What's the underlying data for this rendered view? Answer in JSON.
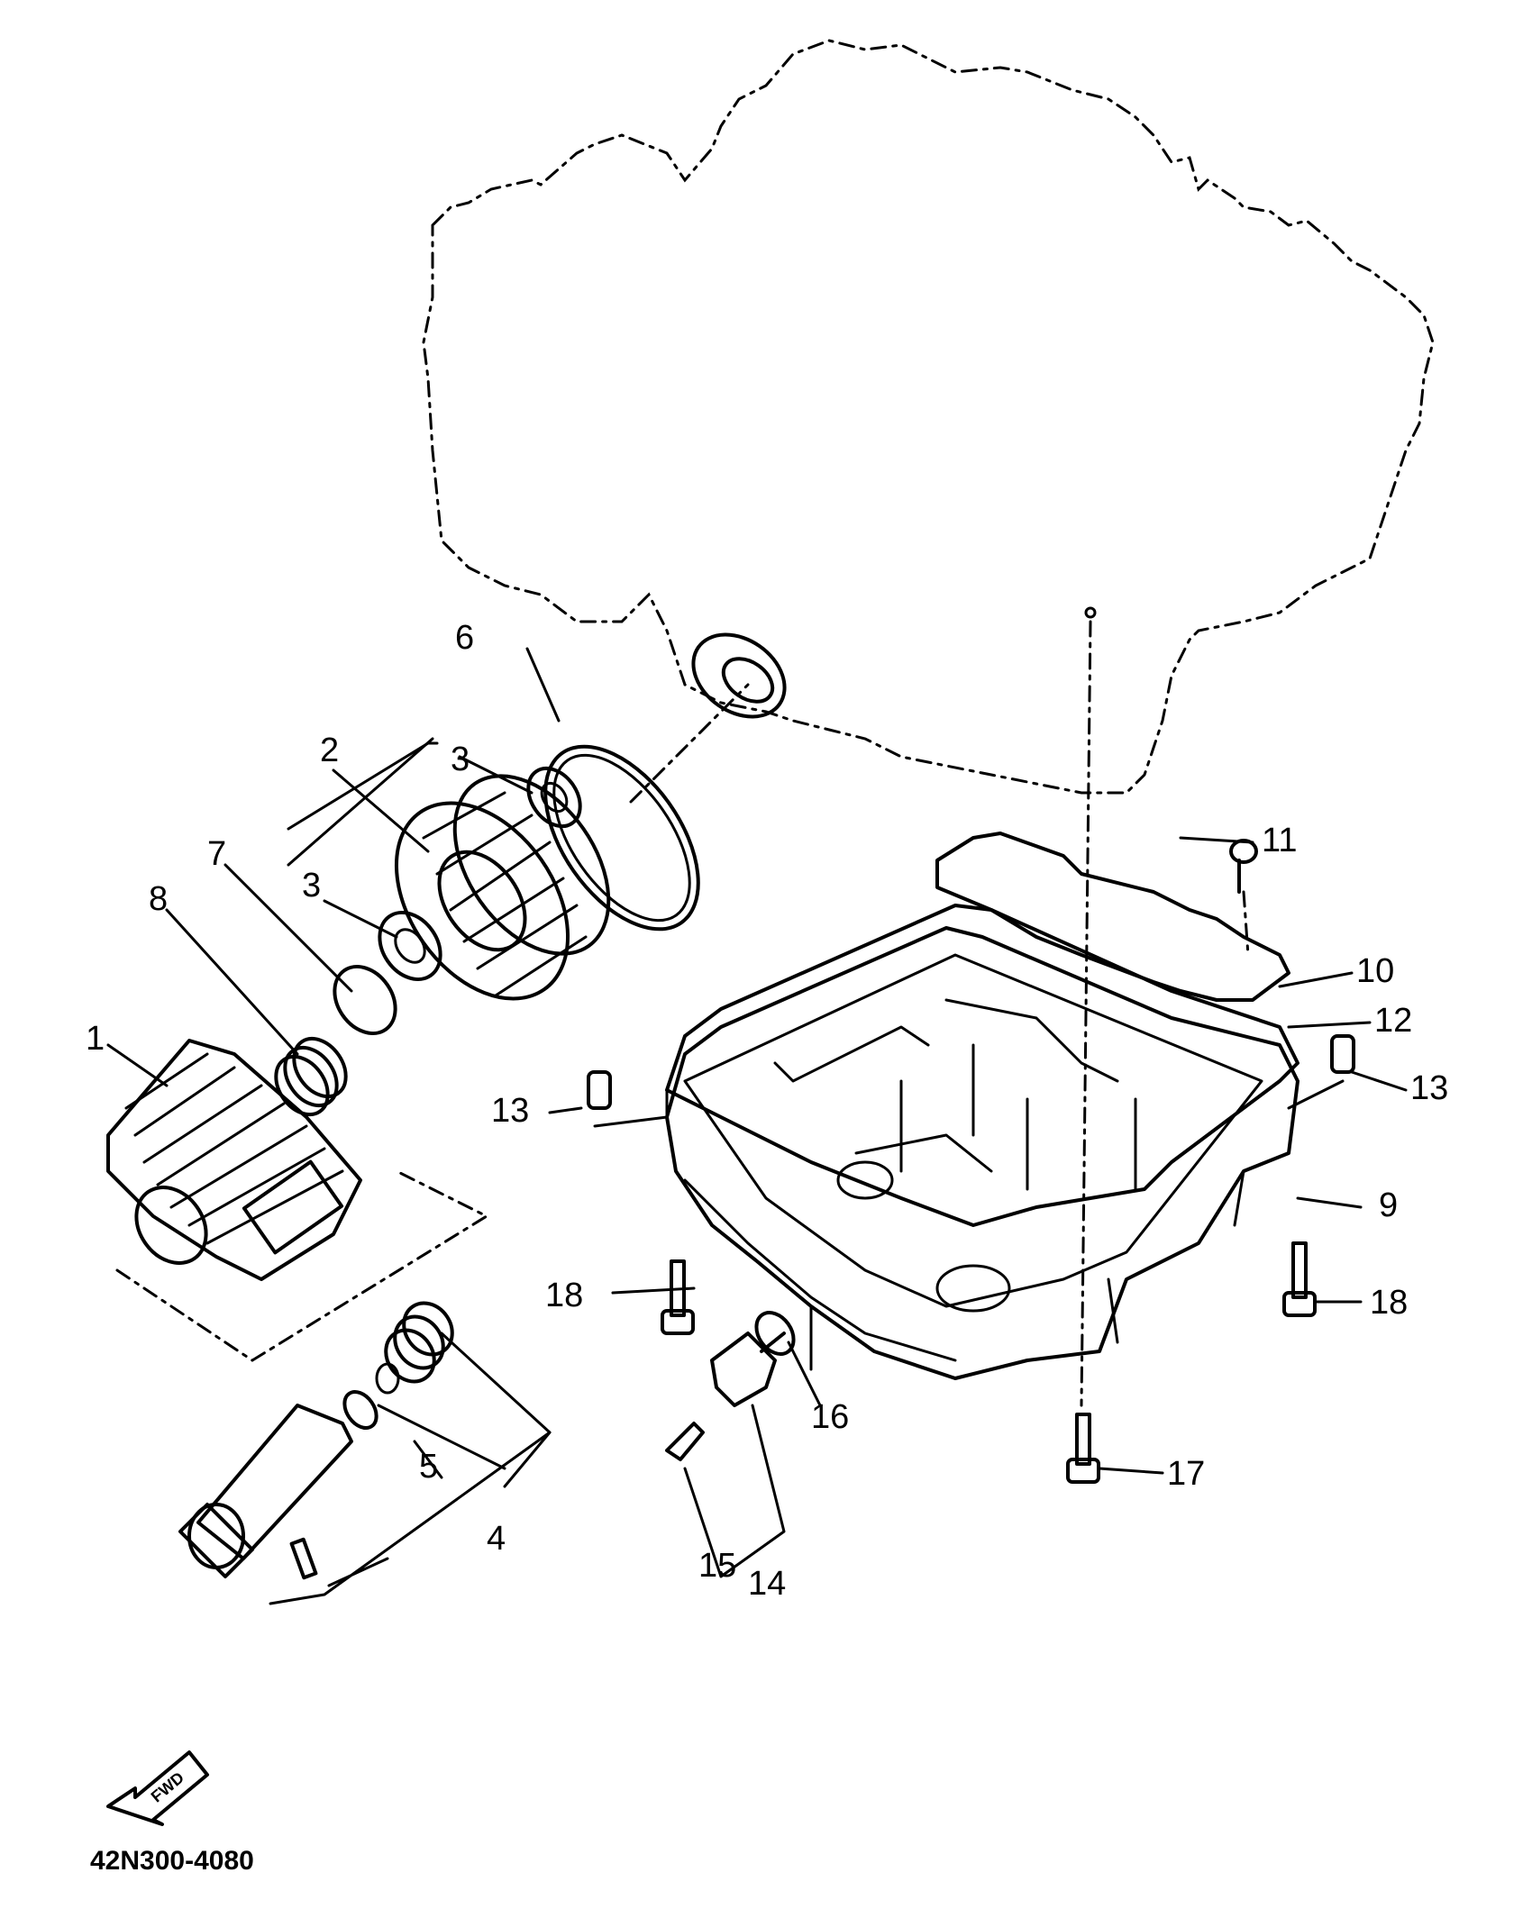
{
  "diagram_code": "42N300-4080",
  "forward_label": "FWD",
  "callouts": [
    {
      "id": "c1",
      "label": "1"
    },
    {
      "id": "c2",
      "label": "2"
    },
    {
      "id": "c3a",
      "label": "3"
    },
    {
      "id": "c3b",
      "label": "3"
    },
    {
      "id": "c4",
      "label": "4"
    },
    {
      "id": "c5",
      "label": "5"
    },
    {
      "id": "c6",
      "label": "6"
    },
    {
      "id": "c7",
      "label": "7"
    },
    {
      "id": "c8",
      "label": "8"
    },
    {
      "id": "c9",
      "label": "9"
    },
    {
      "id": "c10",
      "label": "10"
    },
    {
      "id": "c11",
      "label": "11"
    },
    {
      "id": "c12",
      "label": "12"
    },
    {
      "id": "c13a",
      "label": "13"
    },
    {
      "id": "c13b",
      "label": "13"
    },
    {
      "id": "c14",
      "label": "14"
    },
    {
      "id": "c15",
      "label": "15"
    },
    {
      "id": "c16",
      "label": "16"
    },
    {
      "id": "c17",
      "label": "17"
    },
    {
      "id": "c18a",
      "label": "18"
    },
    {
      "id": "c18b",
      "label": "18"
    }
  ]
}
